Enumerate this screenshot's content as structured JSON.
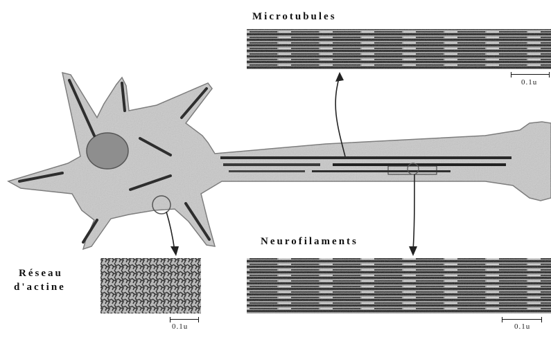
{
  "labels": {
    "microtubules": "Microtubules",
    "neurofilaments": "Neurofilaments",
    "actin_line1": "Réseau",
    "actin_line2": "d'actine"
  },
  "scales": {
    "microtubules": "0.1u",
    "neurofilaments": "0.1u",
    "actin": "0.1u"
  },
  "colors": {
    "cell_fill": "#c9c9c9",
    "nucleus_fill": "#8e8e8e",
    "filament": "#2e2e2e",
    "micrograph_dark": "#1a1a1a",
    "micrograph_light": "#a8a8a8"
  }
}
